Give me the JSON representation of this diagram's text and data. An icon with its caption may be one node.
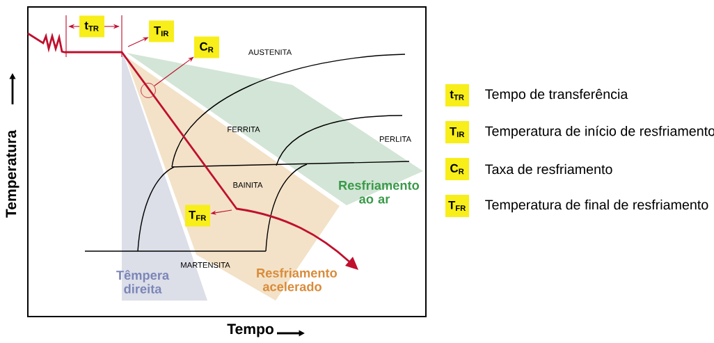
{
  "diagram": {
    "nodes": [
      {
        "text": [
          "t$_{TR}$"
        ]
      },
      {
        "text": [
          "T$_{IR}$"
        ]
      },
      {
        "text": [
          "C$_{R}$"
        ]
      },
      {
        "text": [
          "T$_{FR}$"
        ]
      },
      {
        "text": [],
        "shape": "circle"
      },
      {
        "text": [
          "t$_{TR}$"
        ],
        "beside": [
          "Tempo de transferência"
        ]
      },
      {
        "text": [
          "T$_{IR}$"
        ],
        "beside": [
          "Temperatura de início de resfriamento"
        ]
      },
      {
        "text": [
          "C$_{R}$"
        ],
        "beside": [
          "Taxa de resfriamento"
        ]
      },
      {
        "text": [
          "T$_{FR}$"
        ],
        "beside": [
          "Temperatura de final de resfriamento"
        ]
      }
    ],
    "edges": [
      {
        "from": null,
        "to": 1,
        "arrow": "to"
      },
      {
        "from": 4,
        "to": 2,
        "arrow": "to"
      },
      {
        "from": null,
        "to": 3,
        "arrow": "to"
      }
    ],
    "labels": [
      "AUSTENITA",
      "FERRITA",
      "PERLITA",
      "BAINITA",
      "Resfriamento ao ar",
      "MARTENSITA",
      "Têmpera direita",
      "Resfriamento acelerado",
      "Temperatura",
      "Tempo"
    ]
  }
}
